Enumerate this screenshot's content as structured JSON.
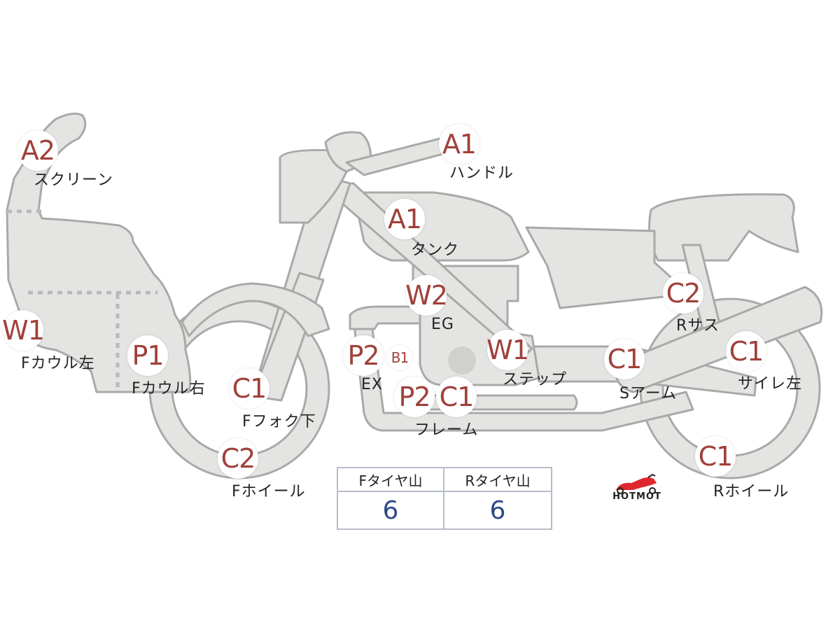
{
  "diagram": {
    "parts": [
      {
        "id": "screen",
        "code": "A2",
        "label": "スクリーン"
      },
      {
        "id": "handle",
        "code": "A1",
        "label": "ハンドル"
      },
      {
        "id": "tank",
        "code": "A1",
        "label": "タンク"
      },
      {
        "id": "engine",
        "code": "W2",
        "label": "EG"
      },
      {
        "id": "f-cowl-left",
        "code": "W1",
        "label": "Fカウル左"
      },
      {
        "id": "f-cowl-right",
        "code": "P1",
        "label": "Fカウル右"
      },
      {
        "id": "f-fork-lower",
        "code": "C1",
        "label": "Fフォク下"
      },
      {
        "id": "exhaust",
        "code": "P2",
        "label": "EX",
        "extra_code": "B1"
      },
      {
        "id": "step",
        "code": "W1",
        "label": "ステップ"
      },
      {
        "id": "frame",
        "code": "P2",
        "extra_code": "C1",
        "label": "フレーム"
      },
      {
        "id": "r-suspension",
        "code": "C2",
        "label": "Rサス"
      },
      {
        "id": "swing-arm",
        "code": "C1",
        "label": "Sアーム"
      },
      {
        "id": "silencer-left",
        "code": "C1",
        "label": "サイレ左"
      },
      {
        "id": "f-wheel",
        "code": "C2",
        "label": "Fホイール"
      },
      {
        "id": "r-wheel",
        "code": "C1",
        "label": "Rホイール"
      }
    ]
  },
  "tire_table": {
    "front_header": "Fタイヤ山",
    "rear_header": "Rタイヤ山",
    "front_value": "6",
    "rear_value": "6"
  },
  "logo": {
    "text": "HOTMOT",
    "colors": {
      "accent": "#e0262f"
    }
  },
  "colors": {
    "code_text": "#a0403a",
    "value_text": "#2d4a86",
    "part_fill": "#e4e4e2",
    "part_stroke": "#a9aaa8"
  }
}
